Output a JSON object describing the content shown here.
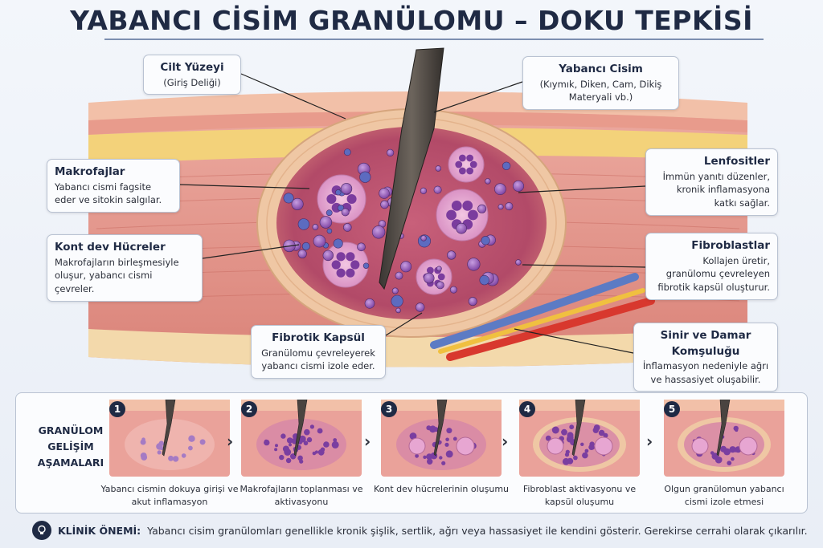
{
  "title": "YABANCI CİSİM GRANÜLOMU – DOKU TEPKİSİ",
  "labels": {
    "skin": {
      "title": "Cilt Yüzeyi",
      "desc": "(Giriş Deliği)"
    },
    "foreign": {
      "title": "Yabancı Cisim",
      "desc": "(Kıymık, Diken, Cam, Dikiş Materyali vb.)"
    },
    "macrophages": {
      "title": "Makrofajlar",
      "desc": "Yabancı cismi fagsite eder ve sitokin salgılar."
    },
    "lymphocytes": {
      "title": "Lenfositler",
      "desc": "İmmün yanıtı düzenler, kronik inflamasyona katkı sağlar."
    },
    "giant_cells": {
      "title": "Kont dev Hücreler",
      "desc": "Makrofajların birleşmesiyle oluşur, yabancı cismi çevreler."
    },
    "fibroblasts": {
      "title": "Fibroblastlar",
      "desc": "Kollajen üretir, granülomu çevreleyen fibrotik kapsül oluşturur."
    },
    "capsule": {
      "title": "Fibrotik Kapsül",
      "desc": "Granülomu çevreleyerek yabancı cismi izole eder."
    },
    "nerve": {
      "title": "Sinir ve Damar Komşuluğu",
      "desc": "İnflamasyon nedeniyle ağrı ve hassasiyet oluşabilir."
    }
  },
  "stages": {
    "title": "GRANÜLOM GELİŞİM AŞAMALARI",
    "items": [
      {
        "num": "1",
        "caption": "Yabancı cismin dokuya girişi ve akut inflamasyon"
      },
      {
        "num": "2",
        "caption": "Makrofajların toplanması ve aktivasyonu"
      },
      {
        "num": "3",
        "caption": "Kont dev hücrelerinin oluşumu"
      },
      {
        "num": "4",
        "caption": "Fibroblast aktivasyonu ve kapsül oluşumu"
      },
      {
        "num": "5",
        "caption": "Olgun granülomun yabancı cismi izole etmesi"
      }
    ],
    "separator": "›"
  },
  "clinical": {
    "label": "KLİNİK ÖNEMİ:",
    "text": "Yabancı cisim granülomları genellikle kronik şişlik, sertlik, ağrı veya hassasiyet ile kendini gösterir. Gerekirse cerrahi olarak çıkarılır."
  },
  "icons": [
    "lightbulb-icon",
    "chevron-right-icon"
  ],
  "colors": {
    "title": "#1f2a44",
    "tissue": "#e79a8e",
    "fat": "#f3d27a",
    "macrophage": "#8e4fb0",
    "capsule": "#efc7a4"
  }
}
